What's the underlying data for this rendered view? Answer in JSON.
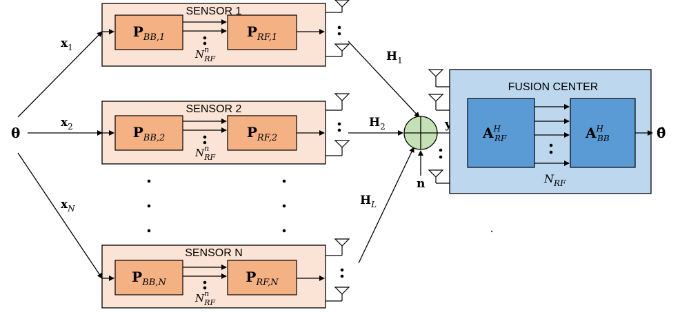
{
  "input_symbol": "θ",
  "output_symbol": "θ̂",
  "noise_label": "n",
  "received_label": "y",
  "sensors": [
    {
      "title": "SENSOR 1",
      "input_base": "x",
      "input_sub": "1",
      "channel_base": "H",
      "channel_sub": "1",
      "bb_base": "P",
      "bb_sub": "BB,1",
      "rf_base": "P",
      "rf_sub": "RF,1",
      "nrf_base": "N",
      "nrf_sup": "n",
      "nrf_sub": "RF"
    },
    {
      "title": "SENSOR 2",
      "input_base": "x",
      "input_sub": "2",
      "channel_base": "H",
      "channel_sub": "2",
      "bb_base": "P",
      "bb_sub": "BB,2",
      "rf_base": "P",
      "rf_sub": "RF,2",
      "nrf_base": "N",
      "nrf_sup": "n",
      "nrf_sub": "RF"
    },
    {
      "title": "SENSOR N",
      "input_base": "x",
      "input_sub": "N",
      "channel_base": "H",
      "channel_sub": "L",
      "bb_base": "P",
      "bb_sub": "BB,N",
      "rf_base": "P",
      "rf_sub": "RF,N",
      "nrf_base": "N",
      "nrf_sup": "n",
      "nrf_sub": "RF"
    }
  ],
  "fusion_center": {
    "title": "FUSION CENTER",
    "arf_base": "A",
    "arf_sup": "H",
    "arf_sub": "RF",
    "abb_base": "A",
    "abb_sup": "H",
    "abb_sub": "BB",
    "nrf_base": "N",
    "nrf_sub": "RF"
  },
  "colors": {
    "sensor_fill": "#fbe3d6",
    "block_fill": "#f4b183",
    "fusion_fill": "#bdd7ee",
    "fusion_block_fill": "#5b9bd5",
    "adder_fill": "#c5e0b4"
  }
}
